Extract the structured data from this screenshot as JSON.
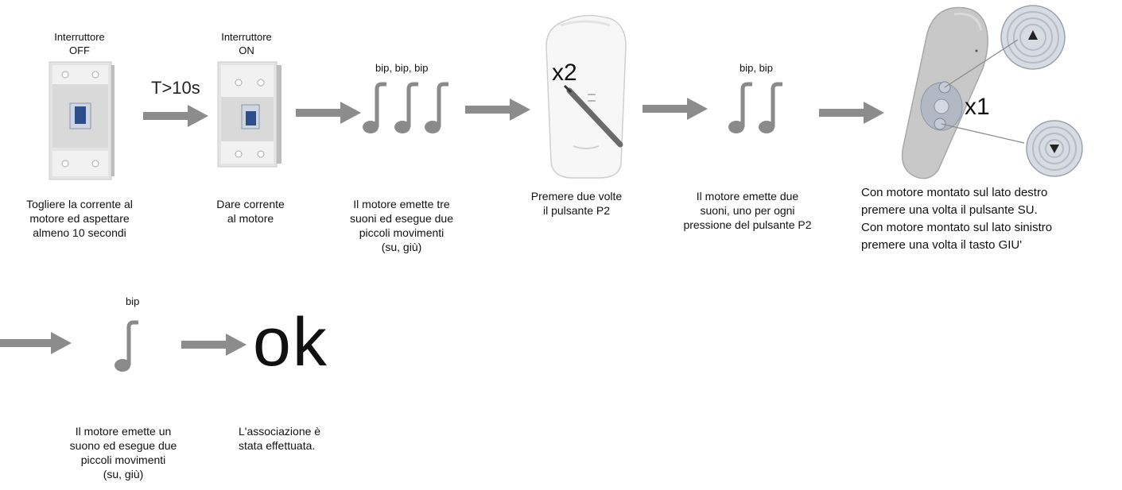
{
  "step1": {
    "title": [
      "Interruttore",
      "OFF"
    ],
    "caption": [
      "Togliere la corrente al",
      "motore ed aspettare",
      "almeno 10 secondi"
    ]
  },
  "timer": "T>10s",
  "step2": {
    "title": [
      "Interruttore",
      "ON"
    ],
    "caption": [
      "Dare corrente",
      "al motore"
    ]
  },
  "step3": {
    "beeps": "bip, bip, bip",
    "caption": [
      "Il motore emette tre",
      "suoni ed esegue due",
      "piccoli movimenti",
      "(su, giù)"
    ]
  },
  "step4": {
    "multiplier": "x2",
    "caption": [
      "Premere due volte",
      "il pulsante P2"
    ]
  },
  "step5": {
    "beeps": "bip, bip",
    "caption": [
      "Il motore emette due",
      "suoni, uno per ogni",
      "pressione del pulsante P2"
    ]
  },
  "step6": {
    "multiplier": "x1",
    "caption": [
      "Con motore montato sul lato destro",
      "premere una volta il pulsante SU.",
      "Con motore montato sul lato sinistro",
      "premere una volta il tasto GIU'"
    ]
  },
  "step7": {
    "beeps": "bip",
    "caption": [
      "Il motore emette un",
      "suono ed esegue due",
      "piccoli movimenti",
      "(su, giù)"
    ]
  },
  "step8": {
    "result": "ok",
    "caption": [
      "L'associazione è",
      "stata effettuata."
    ]
  },
  "icons": [
    "breaker-off-icon",
    "breaker-on-icon",
    "music-note-icon",
    "remote-control-icon",
    "pen-icon",
    "arrow-right-icon"
  ],
  "colors": {
    "arrow": "#8c8c8c",
    "note": "#8a8a8a",
    "breaker_body": "#e2e2e2",
    "switch_blue": "#2c4e8a"
  }
}
